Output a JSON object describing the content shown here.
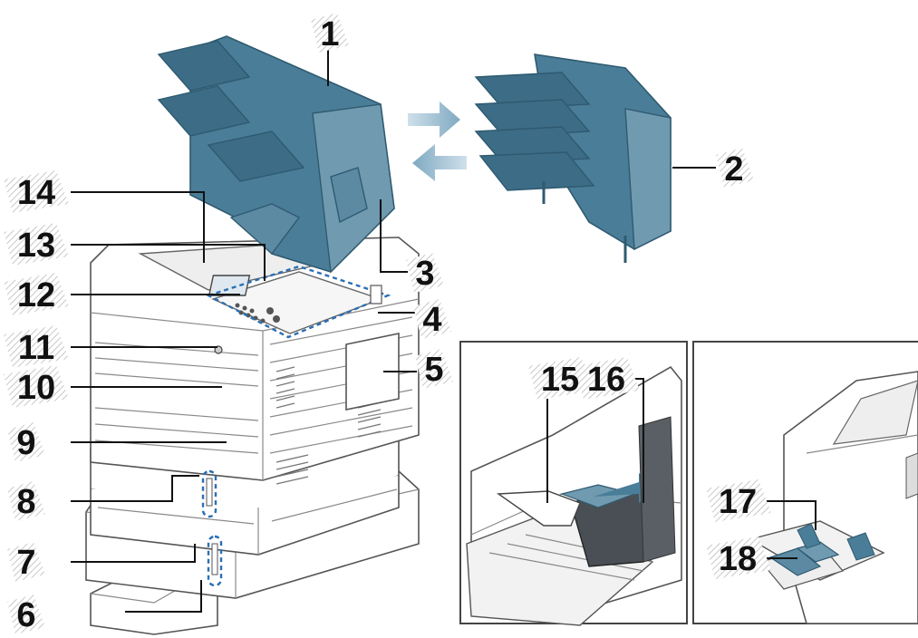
{
  "diagram": {
    "callouts": [
      "1",
      "2",
      "3",
      "4",
      "5",
      "6",
      "7",
      "8",
      "9",
      "10",
      "11",
      "12",
      "13",
      "14",
      "15",
      "16",
      "17",
      "18"
    ]
  },
  "colors": {
    "accent_blue": "#4a7d98",
    "accent_blue_dark": "#2f5a70",
    "arrow_blue": "#8fb4cc",
    "highlight_dashes": "#2a6fb5"
  },
  "icons": [
    "arrow-right-icon",
    "arrow-left-icon"
  ]
}
